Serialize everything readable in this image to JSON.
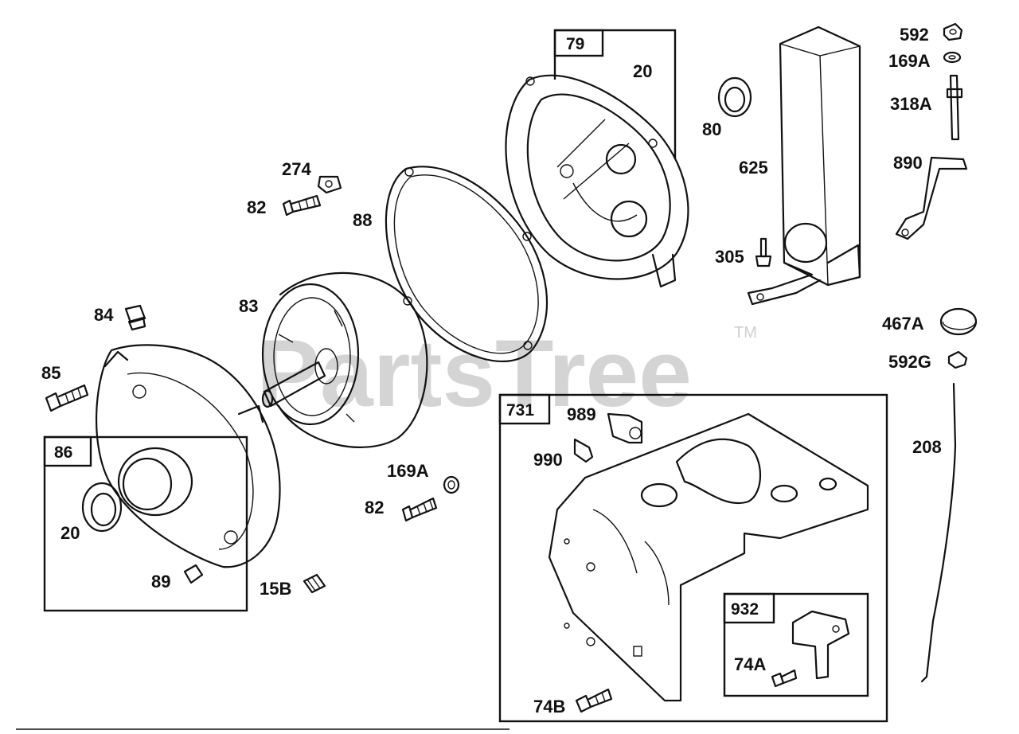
{
  "watermark": {
    "text": "PartsTree",
    "trademark": "TM"
  },
  "boxes": {
    "b79": "79",
    "b86": "86",
    "b731": "731",
    "b932": "932"
  },
  "labels": {
    "l592": "592",
    "l169A_top": "169A",
    "l318A": "318A",
    "l890": "890",
    "l625": "625",
    "l305": "305",
    "l80": "80",
    "l20_top": "20",
    "l274": "274",
    "l82_top": "82",
    "l88": "88",
    "l83": "83",
    "l84": "84",
    "l85": "85",
    "l20_bot": "20",
    "l89": "89",
    "l15B": "15B",
    "l169A_mid": "169A",
    "l82_mid": "82",
    "l989": "989",
    "l990": "990",
    "l467A": "467A",
    "l592G": "592G",
    "l208": "208",
    "l74A": "74A",
    "l74B": "74B"
  }
}
